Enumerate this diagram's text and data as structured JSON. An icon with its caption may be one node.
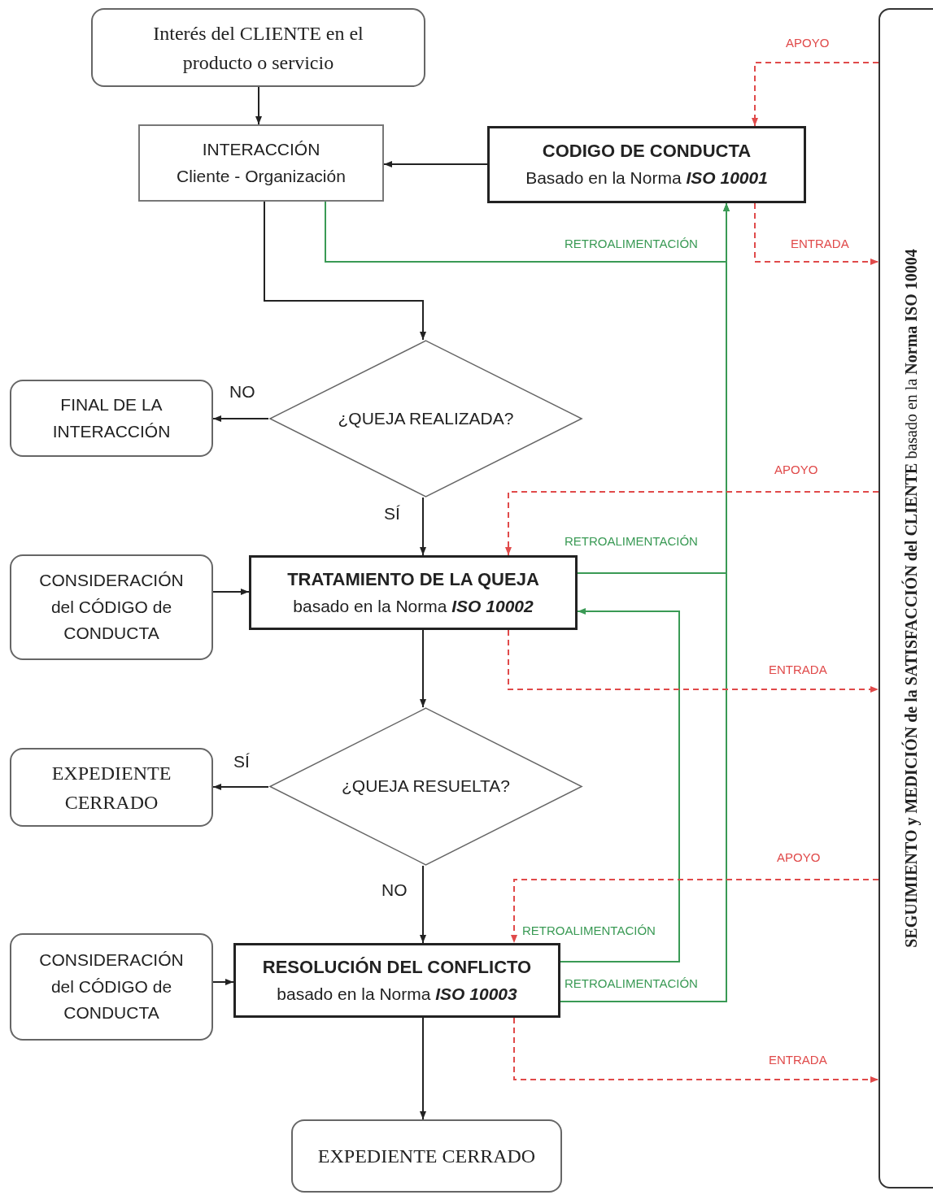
{
  "diagram": {
    "nodes": [
      {
        "text": [
          "Interés del CLIENTE en el producto o servicio"
        ]
      },
      {
        "text": [
          "INTERACCIÓN",
          "Cliente - Organización"
        ]
      },
      {
        "text": [
          "CODIGO DE CONDUCTA",
          "Basado en la Norma *ISO 10001*"
        ]
      },
      {
        "text": [
          "¿QUEJA REALIZADA?"
        ]
      },
      {
        "text": [
          "FINAL DE LA INTERACCIÓN"
        ]
      },
      {
        "text": [
          "CONSIDERACIÓN del CÓDIGO de CONDUCTA"
        ]
      },
      {
        "text": [
          "TRATAMIENTO DE LA QUEJA",
          "basado en la Norma *ISO 10002*"
        ]
      },
      {
        "text": [
          "¿QUEJA RESUELTA?"
        ]
      },
      {
        "text": [
          "EXPEDIENTE CERRADO"
        ]
      },
      {
        "text": [
          "CONSIDERACIÓN del CÓDIGO de CONDUCTA"
        ]
      },
      {
        "text": [
          "RESOLUCIÓN DEL CONFLICTO",
          "basado en la Norma *ISO 10003*"
        ]
      },
      {
        "text": [
          "EXPEDIENTE CERRADO"
        ]
      },
      {
        "text": [
          "**SEGUIMIENTO y MEDICIÓN de la SATISFACCIÓN del CLIENTE** basado en la **Norma ISO 10004**"
        ]
      }
    ],
    "edges": [
      {
        "from": 0,
        "to": 1,
        "arrow": "to"
      },
      {
        "from": 2,
        "to": 1,
        "arrow": "to"
      },
      {
        "from": 1,
        "to": 3,
        "arrow": "to"
      },
      {
        "from": 1,
        "to": 2,
        "arrow": "to",
        "label": "RETROALIMENTACIÓN",
        "color": "#3a9a55"
      },
      {
        "from": 3,
        "to": 4,
        "arrow": "to",
        "label": "NO"
      },
      {
        "from": 3,
        "to": 6,
        "arrow": "to",
        "label": "SÍ"
      },
      {
        "from": 5,
        "to": 6,
        "arrow": "to"
      },
      {
        "from": 6,
        "to": 2,
        "arrow": "to",
        "label": "RETROALIMENTACIÓN",
        "color": "#3a9a55"
      },
      {
        "from": 6,
        "to": 7,
        "arrow": "to"
      },
      {
        "from": 7,
        "to": 8,
        "arrow": "to",
        "label": "SÍ"
      },
      {
        "from": 7,
        "to": 10,
        "arrow": "to",
        "label": "NO"
      },
      {
        "from": 9,
        "to": 10,
        "arrow": "to"
      },
      {
        "from": 10,
        "to": 6,
        "arrow": "to",
        "label": "RETROALIMENTACIÓN",
        "color": "#3a9a55"
      },
      {
        "from": 10,
        "to": 2,
        "arrow": "to",
        "label": "RETROALIMENTACIÓN",
        "color": "#3a9a55"
      },
      {
        "from": 10,
        "to": 11,
        "arrow": "to"
      },
      {
        "from": 12,
        "to": 2,
        "arrow": "to",
        "label": "APOYO",
        "style": "dashed",
        "color": "#e04a4a"
      },
      {
        "from": 2,
        "to": 12,
        "arrow": "to",
        "label": "ENTRADA",
        "style": "dashed",
        "color": "#e04a4a"
      },
      {
        "from": 12,
        "to": 6,
        "arrow": "to",
        "label": "APOYO",
        "style": "dashed",
        "color": "#e04a4a"
      },
      {
        "from": 6,
        "to": 12,
        "arrow": "to",
        "label": "ENTRADA",
        "style": "dashed",
        "color": "#e04a4a"
      },
      {
        "from": 12,
        "to": 10,
        "arrow": "to",
        "label": "APOYO",
        "style": "dashed",
        "color": "#e04a4a"
      },
      {
        "from": 10,
        "to": 12,
        "arrow": "to",
        "label": "ENTRADA",
        "style": "dashed",
        "color": "#e04a4a"
      }
    ]
  }
}
